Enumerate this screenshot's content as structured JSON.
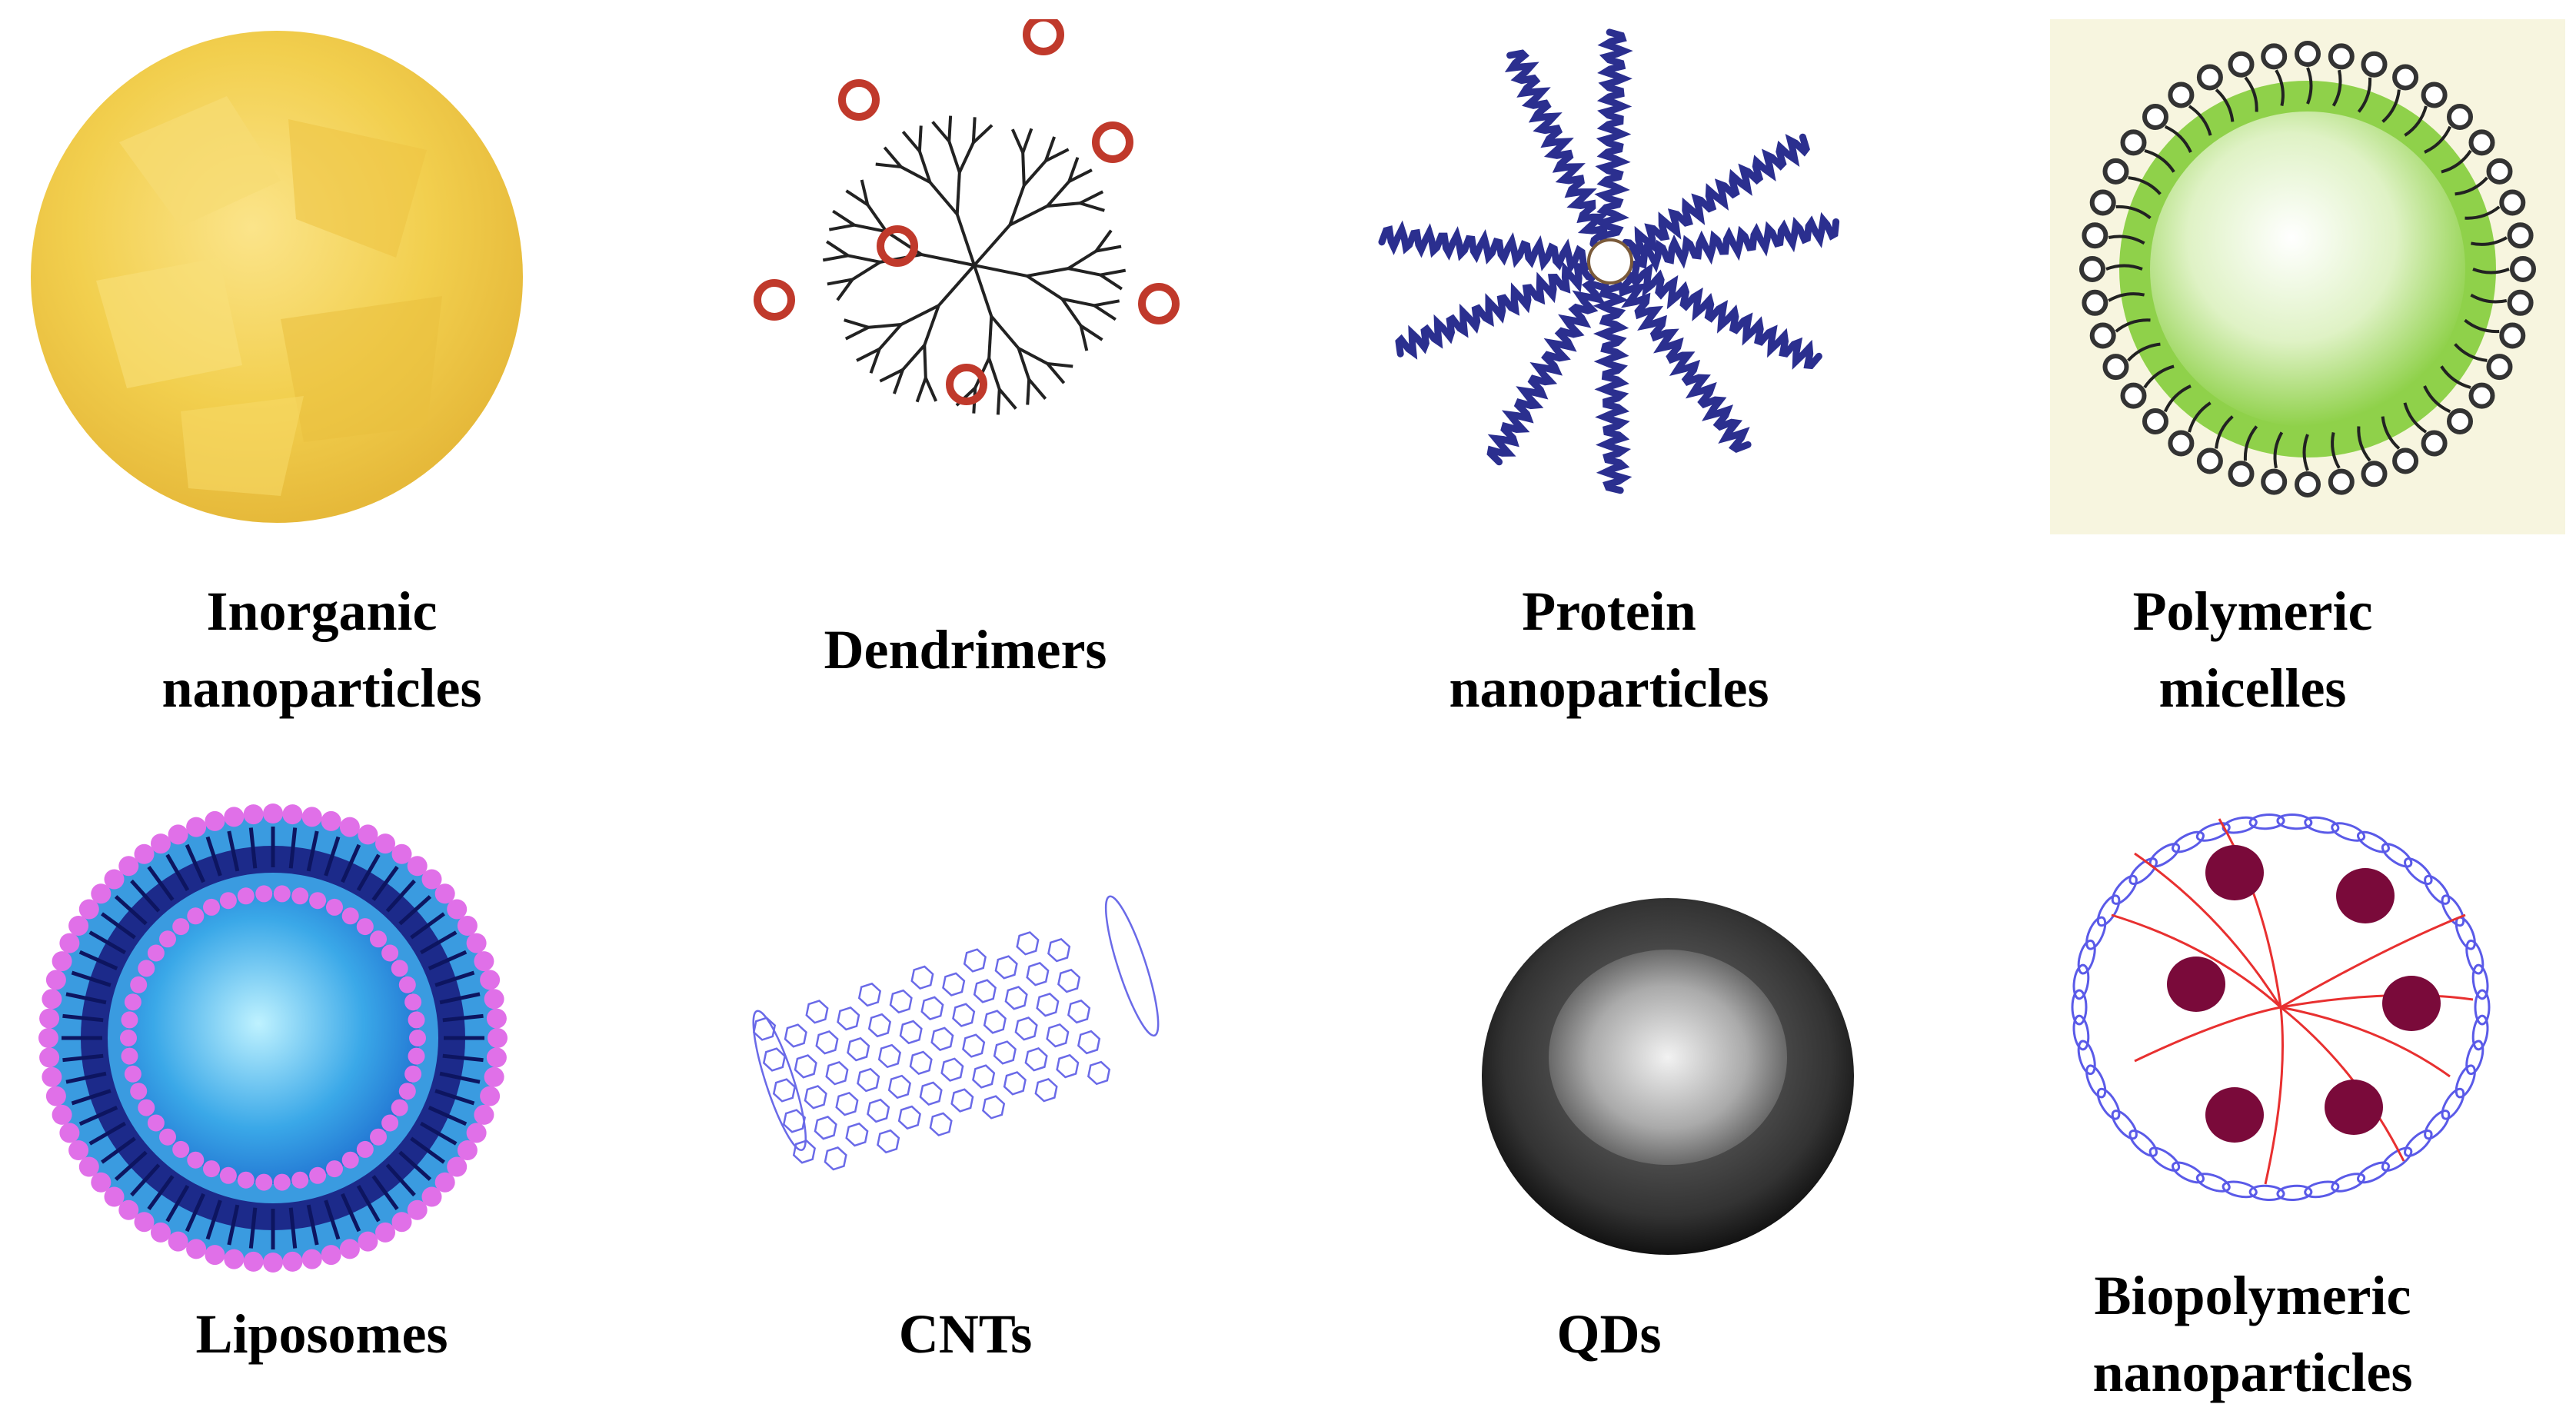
{
  "items": [
    {
      "id": "inorganic",
      "label_lines": [
        "Inorganic",
        "nanoparticles"
      ]
    },
    {
      "id": "dendrimers",
      "label_lines": [
        "Dendrimers"
      ]
    },
    {
      "id": "protein",
      "label_lines": [
        "Protein",
        "nanoparticles"
      ]
    },
    {
      "id": "micelles",
      "label_lines": [
        "Polymeric",
        "micelles"
      ]
    },
    {
      "id": "liposomes",
      "label_lines": [
        "Liposomes"
      ]
    },
    {
      "id": "cnts",
      "label_lines": [
        "CNTs"
      ]
    },
    {
      "id": "qds",
      "label_lines": [
        "QDs"
      ]
    },
    {
      "id": "biopolymeric",
      "label_lines": [
        "Biopolymeric",
        "nanoparticles"
      ]
    }
  ],
  "colors": {
    "inorganic": "#f2cf4e",
    "dendrimer_branch": "#222222",
    "dendrimer_ring": "#c0392b",
    "protein_helix": "#2b2f8f",
    "micelle_core": "#8fd14a",
    "micelle_head": "#333333",
    "liposome_outer": "#e070e8",
    "liposome_tail": "#1c2a8a",
    "liposome_core": "#3aa8e8",
    "cnt": "#6a6ae8",
    "qd": "#555555",
    "biopoly_shell": "#5a5ae8",
    "biopoly_chain": "#e83030",
    "biopoly_dot": "#7a0a3a"
  }
}
